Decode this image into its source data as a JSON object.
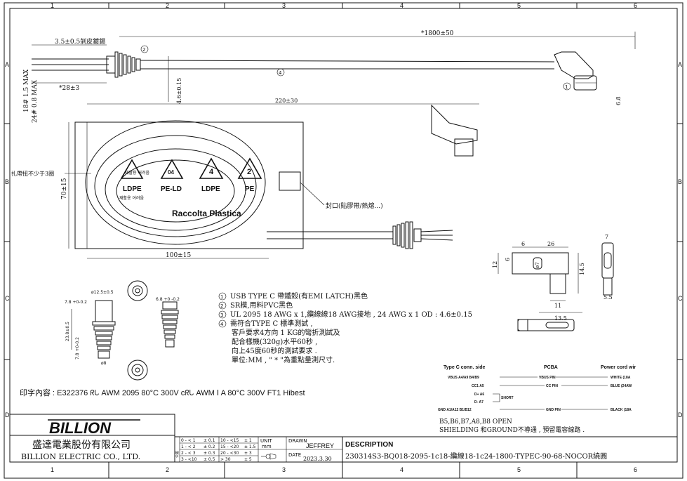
{
  "border": {
    "cols": [
      "1",
      "2",
      "3",
      "4",
      "5",
      "6"
    ],
    "rows": [
      "A",
      "B",
      "C",
      "D"
    ]
  },
  "cable": {
    "strip_length": "3.5±0.5剝皮鍍錫",
    "total_length": "*1800±50",
    "wire_length": "*28±3",
    "wire_awg_18": "18# 1.5 MAX",
    "wire_awg_24": "24# 0.8 MAX",
    "od_label": "4.6±0.15",
    "dim_6_8": "6.8",
    "callout_2": "2",
    "callout_4": "4",
    "callout_1": "1"
  },
  "package": {
    "width": "220±30",
    "height": "70±15",
    "lead": "100±15",
    "tie_note": "扎帶扭不少于3圈",
    "seal_note": "封口(貼膠帶/熱熔...)",
    "recycle": [
      {
        "code": "재활용 어려움",
        "label": "LDPE",
        "sub": "재활용 어려움"
      },
      {
        "code": "04",
        "label": "PE-LD",
        "sub": ""
      },
      {
        "code": "4",
        "label": "LDPE",
        "sub": ""
      },
      {
        "code": "2",
        "label": "PE",
        "sub": ""
      }
    ],
    "raccolta": "Raccolta Plastica"
  },
  "boot": {
    "dia": "ø12.5±0.5",
    "len_a": "7.8 +0-0.2",
    "len_b": "6.8 +0 -0.2",
    "height": "23.8±0.5",
    "h2": "7.8 +0-0.2",
    "small_d": "ø8"
  },
  "connector": {
    "dims": [
      "6",
      "26",
      "12",
      "6",
      "ø7",
      "14.5",
      "11",
      "13.5",
      "7",
      "5.5"
    ]
  },
  "notes": [
    {
      "num": "1",
      "text": "USB TYPE C 帶鐵殼(有EMI LATCH)黑色"
    },
    {
      "num": "2",
      "text": "SR模,用料PVC黑色"
    },
    {
      "num": "3",
      "text": "UL 2095 18 AWG x 1,纜線線18 AWG接地 , 24 AWG x 1 OD : 4.6±0.15"
    },
    {
      "num": "4",
      "text": "需符合TYPE C 標準測試 ,"
    },
    {
      "num": "",
      "text": "客戶要求4方向 1 KG的彎折測試及"
    },
    {
      "num": "",
      "text": "配合樣機(320g)水平60秒 ,"
    },
    {
      "num": "",
      "text": "向上45度60秒的測試要求 ."
    },
    {
      "num": "",
      "text": "單位:MM , \" * \"為重點量測尺寸."
    }
  ],
  "marking": "印字內容 : E322376 ᖇᒐ AWM 2095 80°C 300V cᖇᒐ AWM Ⅰ A 80°C 300V FT1 Hibest",
  "pinout": {
    "headers": [
      "Type C conn. side",
      "PCBA",
      "Power cord wir"
    ],
    "rows": [
      {
        "left": "VBUS A4/A9 B4/B9",
        "mid": "VBUS PIN",
        "right": "WHITE (18A"
      },
      {
        "left": "CC1 A5",
        "mid": "CC PIN",
        "right": "BLUE (24AW"
      },
      {
        "left": "D+ A6",
        "mid": "",
        "right": ""
      },
      {
        "left": "D- A7",
        "mid": "SHORT",
        "right": ""
      },
      {
        "left": "GND A1/A12 B1/B12",
        "mid": "GND PIN",
        "right": "BLACK (18A"
      }
    ],
    "note1": "B5,B6,B7,A8,B8 OPEN",
    "note2": "SHIELDING 和GROUND不導通 , 預留電容線路 ."
  },
  "titleblock": {
    "brand": "BILLION",
    "company_cn": "盛達電業股份有限公司",
    "company_en": "BILLION ELECTRIC CO., LTD.",
    "tol_label": "公差",
    "tol": [
      [
        "0 - < 1",
        "± 0.1",
        "10 - <15",
        "± 1"
      ],
      [
        "1 - < 2",
        "± 0.2",
        "15 - <20",
        "± 1.5"
      ],
      [
        "2 - < 3",
        "± 0.3",
        "20 - <30",
        "± 3"
      ],
      [
        "3 - <10",
        "± 0.5",
        "> 30",
        "± 5"
      ]
    ],
    "unit_label": "UNIT",
    "unit": "mm",
    "drawn_label": "DRAWN",
    "drawn": "JEFFREY",
    "date_label": "DATE",
    "date": "2023.3.30",
    "desc_label": "DESCRIPTION",
    "desc": "230314S3-BQ018-2095-1c18-纜線18-1c24-1800-TYPEC-90-68-NOCOR繞圓"
  }
}
